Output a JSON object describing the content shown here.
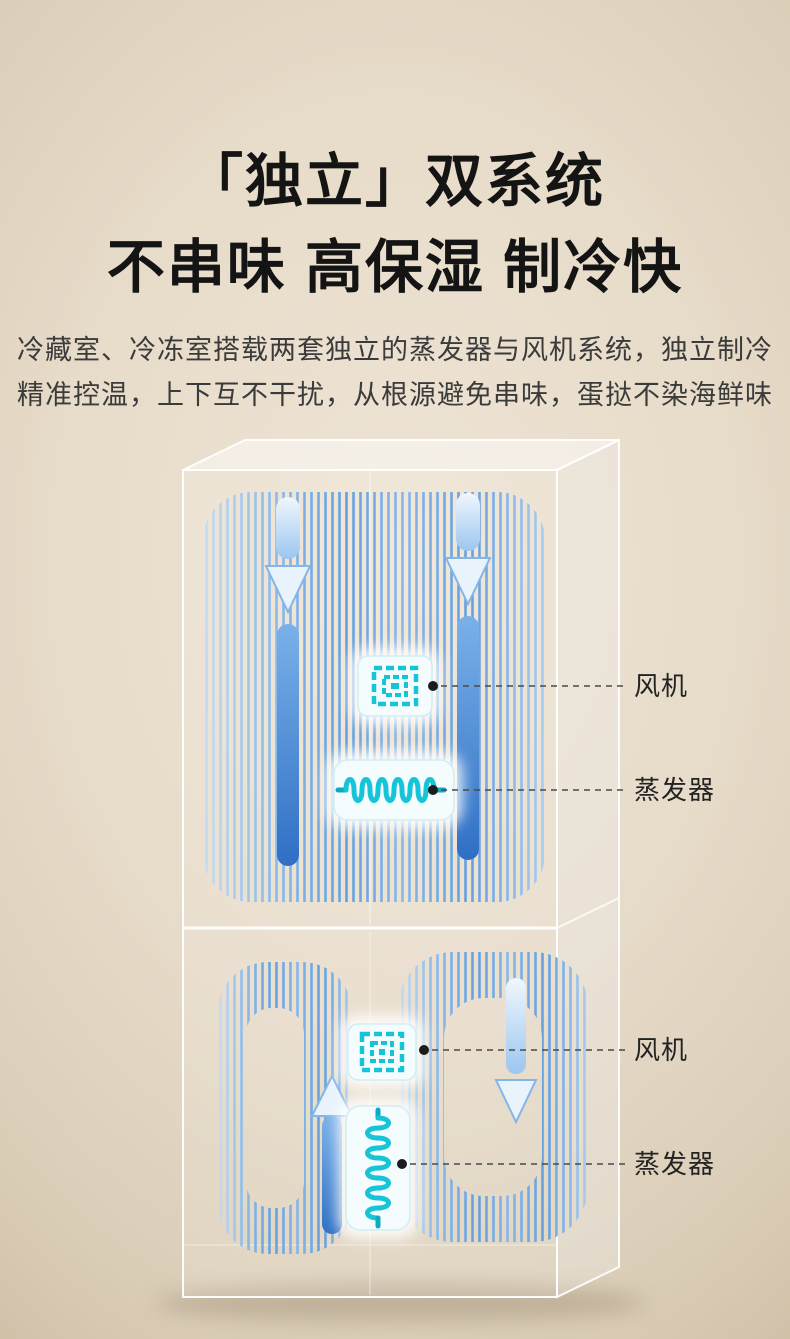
{
  "header": {
    "title_line1": "「独立」双系统",
    "title_line2": "不串味 高保湿 制冷快",
    "description_line1": "冷藏室、冷冻室搭载两套独立的蒸发器与风机系统，独立制冷",
    "description_line2": "精准控温，上下互不干扰，从根源避免串味，蛋挞不染海鲜味"
  },
  "diagram": {
    "callouts": [
      {
        "label": "风机",
        "target": "top-fan"
      },
      {
        "label": "蒸发器",
        "target": "top-evaporator"
      },
      {
        "label": "风机",
        "target": "bottom-fan"
      },
      {
        "label": "蒸发器",
        "target": "bottom-evaporator"
      }
    ],
    "icons": [
      {
        "name": "fan-icon",
        "meaning": "风机"
      },
      {
        "name": "evaporator-icon",
        "meaning": "蒸发器"
      }
    ],
    "compartments": [
      {
        "name": "top-compartment",
        "airflow": "two down-arrow loops"
      },
      {
        "name": "bottom-compartment",
        "airflow": "up and down loop rings"
      }
    ]
  },
  "colors": {
    "background_center": "#efe5d5",
    "background_edge": "#bdab92",
    "title_text": "#141414",
    "body_text": "#3b3b3b",
    "airflow_blue": "#4a8fd9",
    "airflow_light": "#c4ddf5",
    "icon_teal": "#17c3d6",
    "callout_text": "#232323"
  }
}
